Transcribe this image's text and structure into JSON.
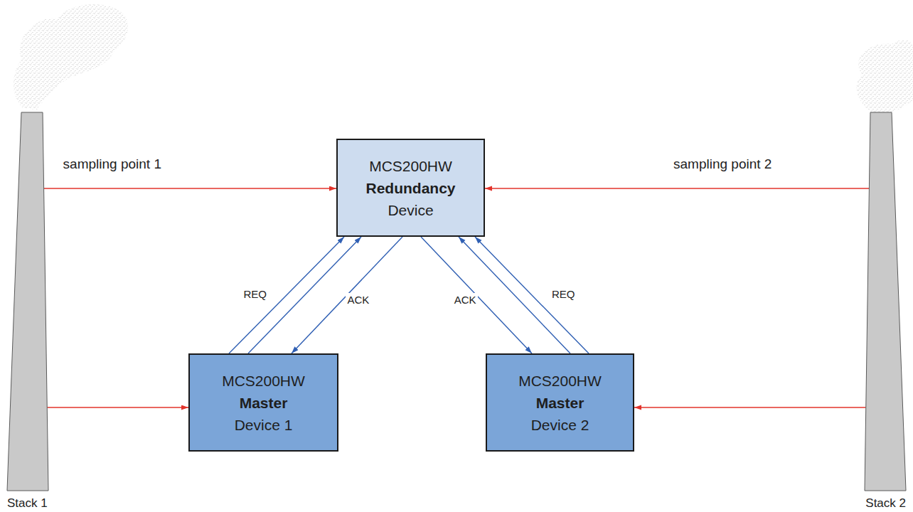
{
  "diagram": {
    "nodes": [
      {
        "text": [
          "Stack 1"
        ]
      },
      {
        "text": [
          "MCS200HW",
          "Redundancy",
          "Device"
        ]
      },
      {
        "text": [
          "Stack 2"
        ]
      },
      {
        "text": [
          "MCS200HW",
          "Master",
          "Device 1"
        ]
      },
      {
        "text": [
          "MCS200HW",
          "Master",
          "Device 2"
        ]
      }
    ],
    "edges": [
      {
        "from": 0,
        "to": 1,
        "arrow": "to",
        "label": "sampling point 1"
      },
      {
        "from": 2,
        "to": 1,
        "arrow": "to",
        "label": "sampling point 2"
      },
      {
        "from": 0,
        "to": 3,
        "arrow": "to"
      },
      {
        "from": 2,
        "to": 4,
        "arrow": "to"
      },
      {
        "from": 3,
        "to": 1,
        "arrow": "to",
        "label": "REQ"
      },
      {
        "from": 3,
        "to": 1,
        "arrow": "to"
      },
      {
        "from": 1,
        "to": 3,
        "arrow": "to",
        "label": "ACK"
      },
      {
        "from": 1,
        "to": 4,
        "arrow": "to",
        "label": "ACK"
      },
      {
        "from": 4,
        "to": 1,
        "arrow": "to"
      },
      {
        "from": 4,
        "to": 1,
        "arrow": "to",
        "label": "REQ"
      }
    ]
  }
}
